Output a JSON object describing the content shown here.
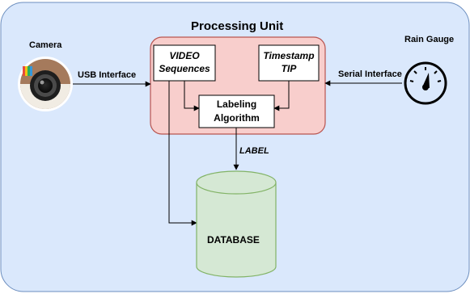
{
  "diagram": {
    "processing_unit": {
      "title": "Processing Unit"
    },
    "camera": {
      "label": "Camera",
      "icon": "camera-icon"
    },
    "rain_gauge": {
      "label": "Rain Gauge",
      "icon": "gauge-icon"
    },
    "usb_interface": "USB Interface",
    "serial_interface": "Serial Interface",
    "video_sequences": {
      "line1": "VIDEO",
      "line2": "Sequences"
    },
    "timestamp_tip": {
      "line1": "Timestamp",
      "line2": "TIP"
    },
    "labeling_algorithm": {
      "line1": "Labeling",
      "line2": "Algorithm"
    },
    "label_edge": "LABEL",
    "database": "DATABASE",
    "colors": {
      "background": "#dae8fc",
      "processing_fill": "#f8cecc",
      "processing_stroke": "#b85450",
      "database_fill": "#d5e8d4",
      "database_stroke": "#82b366"
    }
  }
}
